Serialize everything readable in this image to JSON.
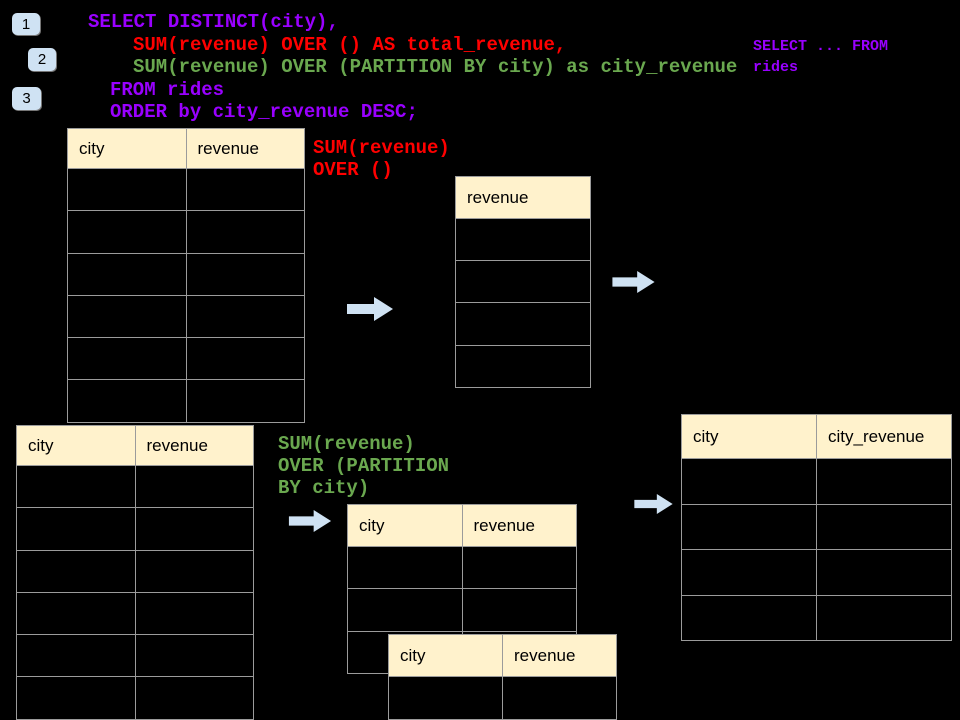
{
  "badges": [
    {
      "label": "1"
    },
    {
      "label": "2"
    },
    {
      "label": "3"
    }
  ],
  "code": {
    "lines": [
      {
        "text": "SELECT DISTINCT(city),",
        "color": "purple"
      },
      {
        "text": "SUM(revenue) OVER () AS total_revenue,",
        "color": "red"
      },
      {
        "text": "SUM(revenue) OVER (PARTITION BY city) as city_revenue",
        "color": "green"
      },
      {
        "text": "FROM rides",
        "color": "purple"
      },
      {
        "text": "ORDER by city_revenue DESC;",
        "color": "purple"
      }
    ]
  },
  "side_note": {
    "line1": "SELECT ... FROM",
    "line2": "rides"
  },
  "annotations": {
    "total": {
      "line1": "SUM(revenue)",
      "line2": "OVER ()"
    },
    "partition": {
      "line1": "SUM(revenue)",
      "line2": "OVER (PARTITION",
      "line3": "BY city)"
    }
  },
  "tables": {
    "source_total": {
      "headers": [
        "city",
        "revenue"
      ],
      "rows": 6
    },
    "total_result": {
      "headers": [
        "revenue"
      ],
      "rows": 4
    },
    "source_partition": {
      "headers": [
        "city",
        "revenue"
      ],
      "rows": 6
    },
    "partition_mid": {
      "headers": [
        "city",
        "revenue"
      ],
      "rows": 3
    },
    "partition_front": {
      "headers": [
        "city",
        "revenue"
      ],
      "rows": 1
    },
    "final_result": {
      "headers": [
        "city",
        "city_revenue"
      ],
      "rows": 4
    }
  },
  "colors": {
    "background": "#000000",
    "sql_purple": "#9900ff",
    "sql_red": "#ff0000",
    "sql_green": "#6aa84f",
    "table_header_bg": "#fff2cc",
    "table_border": "#9b9b9b",
    "arrow_fill": "#cfe2f3",
    "badge_bg": "#cfe2f3"
  }
}
